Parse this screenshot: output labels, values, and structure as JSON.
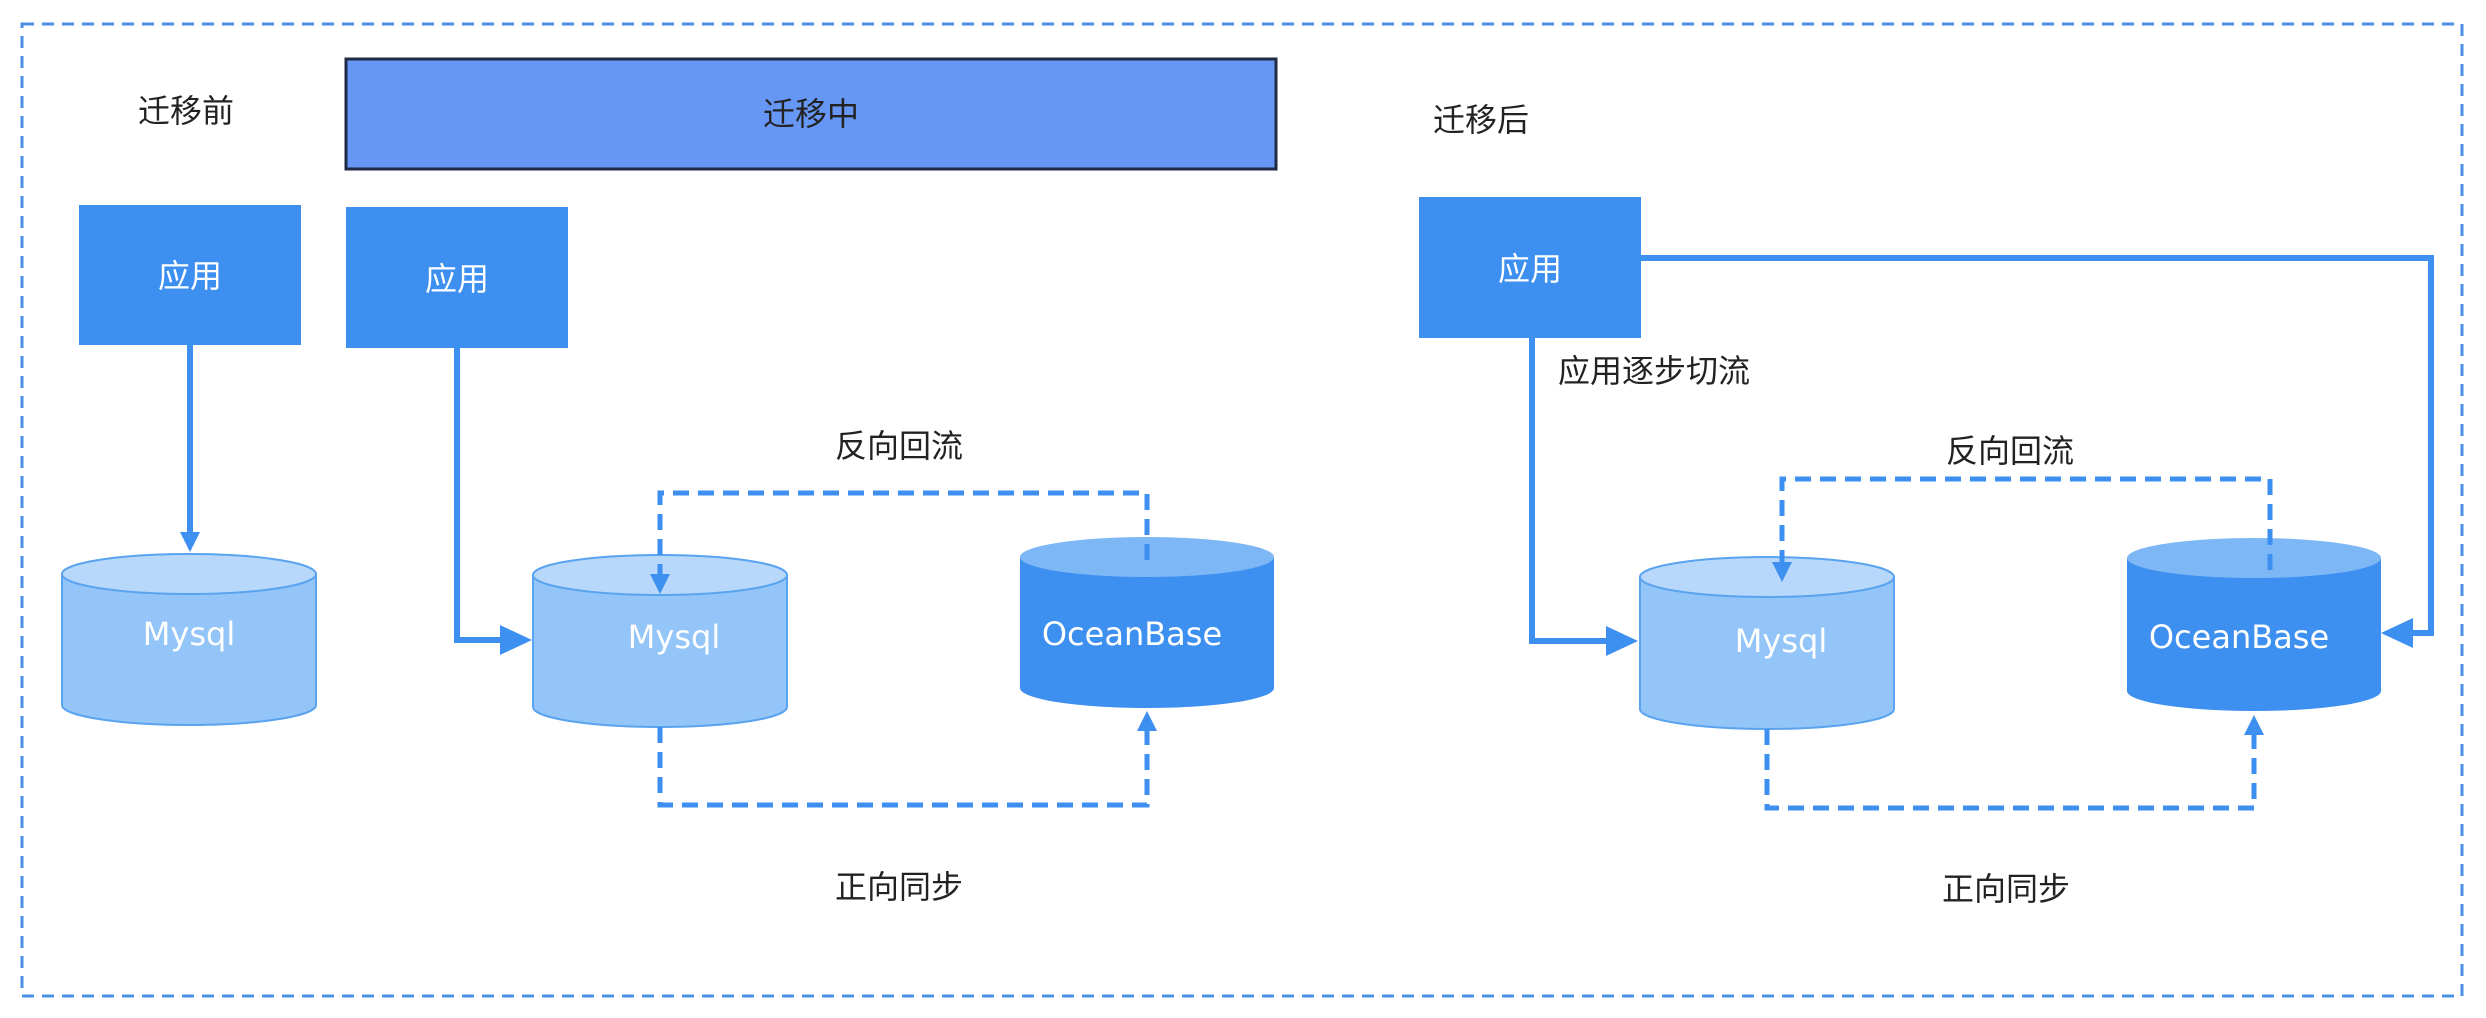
{
  "colors": {
    "frame_border": "#4a90e2",
    "app_box": "#3d8ff0",
    "banner_fill": "#6797f5",
    "banner_border": "#1f2a44",
    "mysql_body": "#93c5f8",
    "mysql_top": "#b7d8fb",
    "oceanbase_body": "#3d8ff0",
    "oceanbase_top": "#7db7f6",
    "arrow": "#3d8ff0",
    "text": "#222222"
  },
  "sections": {
    "before": {
      "title": "迁移前",
      "app_label": "应用",
      "mysql_label": "Mysql"
    },
    "during": {
      "banner": "迁移中",
      "app_label": "应用",
      "mysql_label": "Mysql",
      "oceanbase_label": "OceanBase",
      "reverse_label": "反向回流",
      "forward_label": "正向同步"
    },
    "after": {
      "title": "迁移后",
      "app_label": "应用",
      "switch_label": "应用逐步切流",
      "mysql_label": "Mysql",
      "oceanbase_label": "OceanBase",
      "reverse_label": "反向回流",
      "forward_label": "正向同步"
    }
  }
}
